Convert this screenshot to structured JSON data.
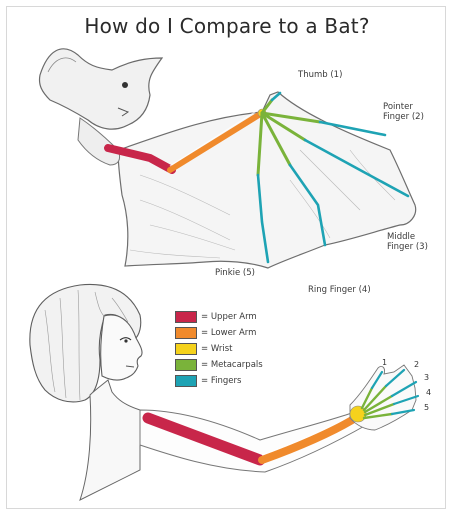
{
  "title": "How do I Compare to a Bat?",
  "colors": {
    "upper_arm": "#c8264a",
    "lower_arm": "#f08a2c",
    "wrist": "#f5d21c",
    "metacarpals": "#7ab33a",
    "fingers": "#1ea3b4"
  },
  "bat_labels": {
    "thumb": "Thumb (1)",
    "pointer_line1": "Pointer",
    "pointer_line2": "Finger (2)",
    "middle_line1": "Middle",
    "middle_line2": "Finger (3)",
    "ring": "Ring Finger (4)",
    "pinkie": "Pinkie (5)"
  },
  "legend": [
    {
      "label": "= Upper Arm",
      "color": "#c8264a"
    },
    {
      "label": "= Lower Arm",
      "color": "#f08a2c"
    },
    {
      "label": "= Wrist",
      "color": "#f5d21c"
    },
    {
      "label": "= Metacarpals",
      "color": "#7ab33a"
    },
    {
      "label": "= Fingers",
      "color": "#1ea3b4"
    }
  ],
  "hand_numbers": [
    "1",
    "2",
    "3",
    "4",
    "5"
  ]
}
